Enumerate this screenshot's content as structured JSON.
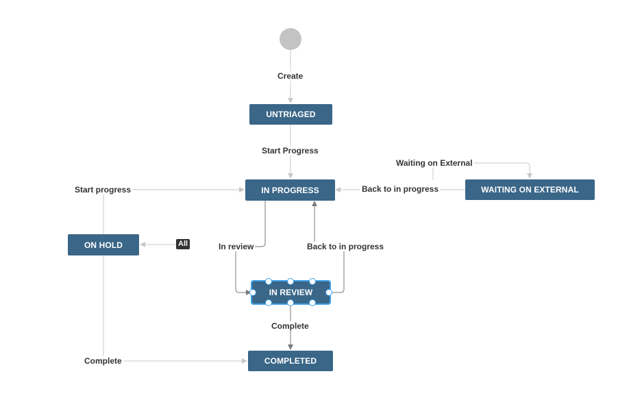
{
  "nodes": {
    "untriaged": "UNTRIAGED",
    "in_progress": "IN PROGRESS",
    "waiting_on_external": "WAITING ON EXTERNAL",
    "on_hold": "ON HOLD",
    "in_review": "IN REVIEW",
    "completed": "COMPLETED"
  },
  "transitions": {
    "create": "Create",
    "start_progress_untriaged": "Start Progress",
    "waiting_on_external": "Waiting on External",
    "back_to_in_progress_external": "Back to in progress",
    "start_progress_on_hold": "Start progress",
    "all": "All",
    "in_review": "In review",
    "back_to_in_progress_review": "Back to in progress",
    "complete_review": "Complete",
    "complete_on_hold": "Complete"
  },
  "colors": {
    "node_fill": "#3a6688",
    "selected_outline": "#3d9fe6",
    "start_node": "#c3c3c3",
    "connector_light": "#c8c8c8",
    "connector_dark": "#7a7a7a"
  }
}
